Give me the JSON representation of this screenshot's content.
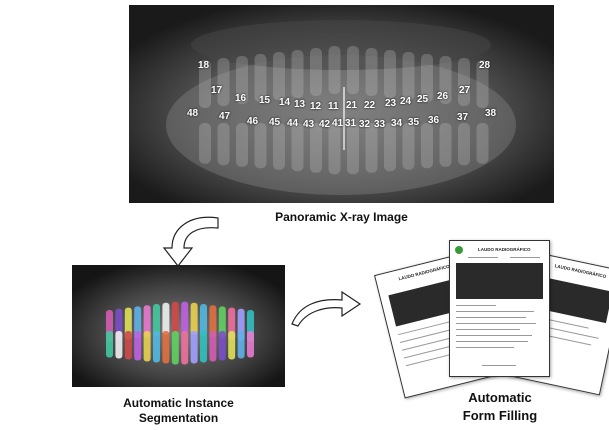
{
  "captions": {
    "panoramic": "Panoramic X-ray Image",
    "segmentation_line1": "Automatic Instance",
    "segmentation_line2": "Segmentation",
    "form_line1": "Automatic",
    "form_line2": "Form Filling"
  },
  "upper_teeth": [
    "18",
    "17",
    "16",
    "15",
    "14",
    "13",
    "12",
    "11",
    "21",
    "22",
    "23",
    "24",
    "25",
    "26",
    "27",
    "28"
  ],
  "lower_teeth": [
    "48",
    "47",
    "46",
    "45",
    "44",
    "43",
    "42",
    "41",
    "31",
    "32",
    "33",
    "34",
    "35",
    "36",
    "37",
    "38"
  ],
  "form": {
    "title": "LAUDO RADIOGRÁFICO"
  },
  "segment_colors": [
    "#d35db0",
    "#7b4fc8",
    "#e0e05a",
    "#5fb0e8",
    "#e87ad0",
    "#44c8a0",
    "#f0f0f0",
    "#d04848",
    "#c060e0",
    "#e8d050",
    "#50b8e0",
    "#e07040",
    "#60d060",
    "#f070a0",
    "#a0a0ff",
    "#30c0c0"
  ]
}
